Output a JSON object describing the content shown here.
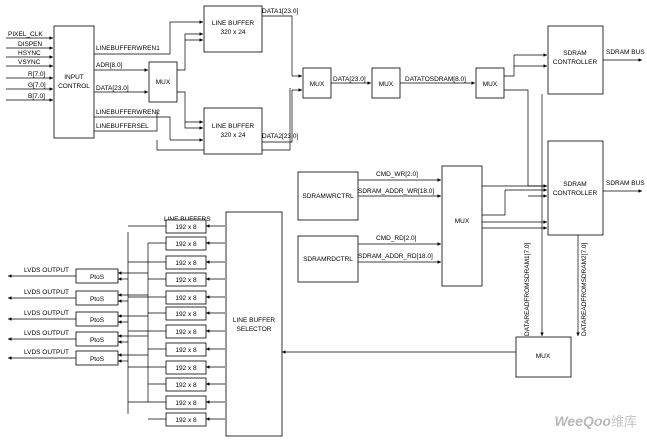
{
  "blocks": {
    "input_control": [
      "INPUT",
      "CONTROL"
    ],
    "line_buffer_1": [
      "LINE BUFFER",
      "320 x 24"
    ],
    "line_buffer_2": [
      "LINE BUFFER",
      "320 x 24"
    ],
    "mux": "MUX",
    "sdram_controller": [
      "SDRAM",
      "CONTROLLER"
    ],
    "sdram_wr_ctrl": "SDRAMWRCTRL",
    "sdram_rd_ctrl": "SDRAMRDCTRL",
    "line_buffer_selector": [
      "LINE BUFFER",
      "SELECTOR"
    ],
    "small_buffer": "192 x 8",
    "ptos": "PtoS"
  },
  "inputs": [
    "PIXEL_CLK",
    "DISPEN",
    "HSYNC",
    "VSYNC",
    "R[7.0]",
    "G[7.0]",
    "B[7.0]"
  ],
  "signals": {
    "linebufferwren1": "LINEBUFFERWREN1",
    "adr": "ADR[8.0]",
    "data": "DATA[23.0]",
    "linebufferwren2": "LINEBUFFERWREN2",
    "linebuffersel": "LINEBUFFERSEL",
    "data1": "DATA1[23.0]",
    "data2": "DATA2[23.0]",
    "data_mid": "DATA[23.0]",
    "datatosdram": "DATATOSDRAM[8.0]",
    "sdram_bus": "SDRAM BUS",
    "cmd_wr": "CMD_WR[2.0]",
    "sdram_addr_wr": "SDRAM_ADDR_WR[18.0]",
    "cmd_rd": "CMD_RD[2.0]",
    "sdram_addr_rd": "SDRAM_ADDR_RD[18.0]",
    "dataread1": "DATAREADFROMSDRAM1[7.0]",
    "dataread2": "DATAREADFROMSDRAM2[7.0]",
    "line_buffers": "LINE BUFFERS",
    "lvds_output": "LVDS OUTPUT"
  },
  "watermark": {
    "latin": "WeeQoo",
    "chinese": "维库"
  }
}
